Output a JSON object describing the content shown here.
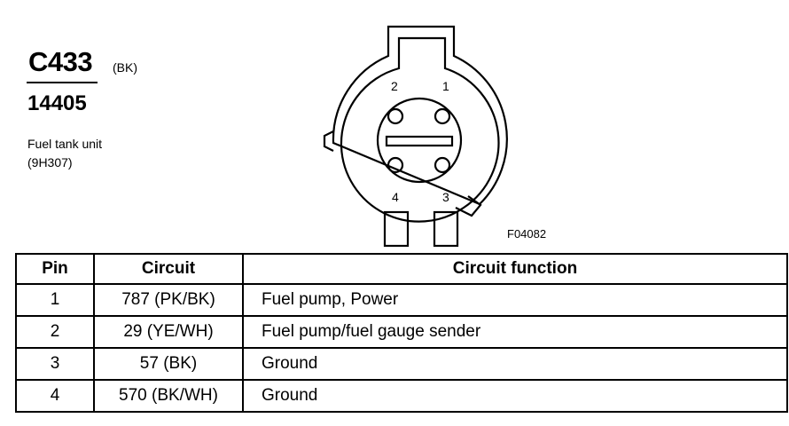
{
  "connector": {
    "id": "C433",
    "color": "(BK)",
    "part_number": "14405",
    "component_name": "Fuel tank unit",
    "component_code": "(9H307)"
  },
  "diagram": {
    "figure_id": "F04082",
    "pin_labels": [
      "1",
      "2",
      "3",
      "4"
    ]
  },
  "table": {
    "headers": [
      "Pin",
      "Circuit",
      "Circuit function"
    ],
    "rows": [
      {
        "pin": "1",
        "circuit": "787 (PK/BK)",
        "function": "Fuel pump, Power"
      },
      {
        "pin": "2",
        "circuit": "29 (YE/WH)",
        "function": "Fuel pump/fuel gauge sender"
      },
      {
        "pin": "3",
        "circuit": "57 (BK)",
        "function": "Ground"
      },
      {
        "pin": "4",
        "circuit": "570 (BK/WH)",
        "function": "Ground"
      }
    ]
  }
}
